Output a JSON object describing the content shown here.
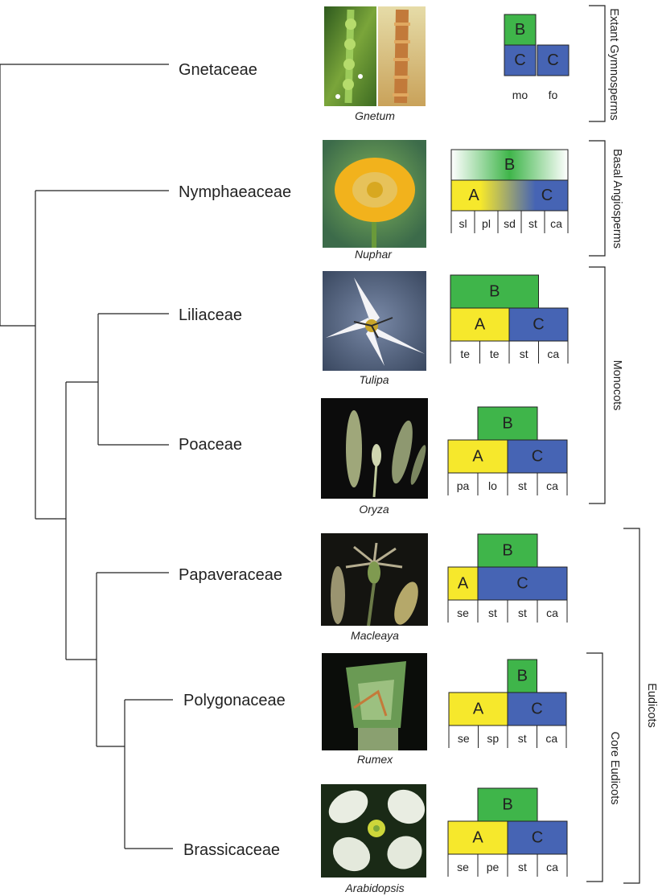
{
  "colors": {
    "A": "#f6e82c",
    "B": "#3fb54a",
    "C": "#4664b4",
    "line": "#222222"
  },
  "rows": [
    {
      "family": "Gnetaceae",
      "genus": "Gnetum",
      "photo": "gnetum-strobili-photo",
      "abc": {
        "top": [
          {
            "label": "B",
            "color": "B",
            "from": 0,
            "to": 1
          }
        ],
        "bottom": [
          {
            "label": "C",
            "color": "C",
            "from": 0,
            "to": 1
          },
          {
            "label": "C",
            "color": "C",
            "from": 1,
            "to": 2
          }
        ],
        "organs": [
          "mo",
          "fo"
        ]
      }
    },
    {
      "family": "Nymphaeaceae",
      "genus": "Nuphar",
      "photo": "nuphar-flower-photo",
      "abc": {
        "top": [
          {
            "label": "B",
            "color": "B",
            "from": 0,
            "to": 5,
            "fade": true
          }
        ],
        "bottom": [
          {
            "label": "A",
            "color": "A",
            "from": 0,
            "to": 5,
            "gradient": [
              "A",
              "C"
            ],
            "label2": "C"
          }
        ],
        "organs": [
          "sl",
          "pl",
          "sd",
          "st",
          "ca"
        ]
      }
    },
    {
      "family": "Liliaceae",
      "genus": "Tulipa",
      "photo": "tulipa-flower-photo",
      "abc": {
        "top": [
          {
            "label": "B",
            "color": "B",
            "from": 0,
            "to": 3
          }
        ],
        "bottom": [
          {
            "label": "A",
            "color": "A",
            "from": 0,
            "to": 2
          },
          {
            "label": "C",
            "color": "C",
            "from": 2,
            "to": 4
          }
        ],
        "organs": [
          "te",
          "te",
          "st",
          "ca"
        ]
      }
    },
    {
      "family": "Poaceae",
      "genus": "Oryza",
      "photo": "oryza-floret-photo",
      "abc": {
        "top": [
          {
            "label": "B",
            "color": "B",
            "from": 1,
            "to": 3
          }
        ],
        "bottom": [
          {
            "label": "A",
            "color": "A",
            "from": 0,
            "to": 2
          },
          {
            "label": "C",
            "color": "C",
            "from": 2,
            "to": 4
          }
        ],
        "organs": [
          "pa",
          "lo",
          "st",
          "ca"
        ]
      }
    },
    {
      "family": "Papaveraceae",
      "genus": "Macleaya",
      "photo": "macleaya-flower-photo",
      "abc": {
        "top": [
          {
            "label": "B",
            "color": "B",
            "from": 1,
            "to": 3
          }
        ],
        "bottom": [
          {
            "label": "A",
            "color": "A",
            "from": 0,
            "to": 1
          },
          {
            "label": "C",
            "color": "C",
            "from": 1,
            "to": 4
          }
        ],
        "organs": [
          "se",
          "st",
          "st",
          "ca"
        ]
      }
    },
    {
      "family": "Polygonaceae",
      "genus": "Rumex",
      "photo": "rumex-flower-photo",
      "abc": {
        "top": [
          {
            "label": "B",
            "color": "B",
            "from": 2,
            "to": 3
          }
        ],
        "bottom": [
          {
            "label": "A",
            "color": "A",
            "from": 0,
            "to": 2
          },
          {
            "label": "C",
            "color": "C",
            "from": 2,
            "to": 4
          }
        ],
        "organs": [
          "se",
          "sp",
          "st",
          "ca"
        ]
      }
    },
    {
      "family": "Brassicaceae",
      "genus": "Arabidopsis",
      "photo": "arabidopsis-flower-photo",
      "abc": {
        "top": [
          {
            "label": "B",
            "color": "B",
            "from": 1,
            "to": 3
          }
        ],
        "bottom": [
          {
            "label": "A",
            "color": "A",
            "from": 0,
            "to": 2
          },
          {
            "label": "C",
            "color": "C",
            "from": 2,
            "to": 4
          }
        ],
        "organs": [
          "se",
          "pe",
          "st",
          "ca"
        ]
      }
    }
  ],
  "groups": {
    "gymno": "Extant Gymnosperms",
    "basal": "Basal Angiosperms",
    "mono": "Monocots",
    "eudicots": "Eudicots",
    "core": "Core Eudicots"
  }
}
